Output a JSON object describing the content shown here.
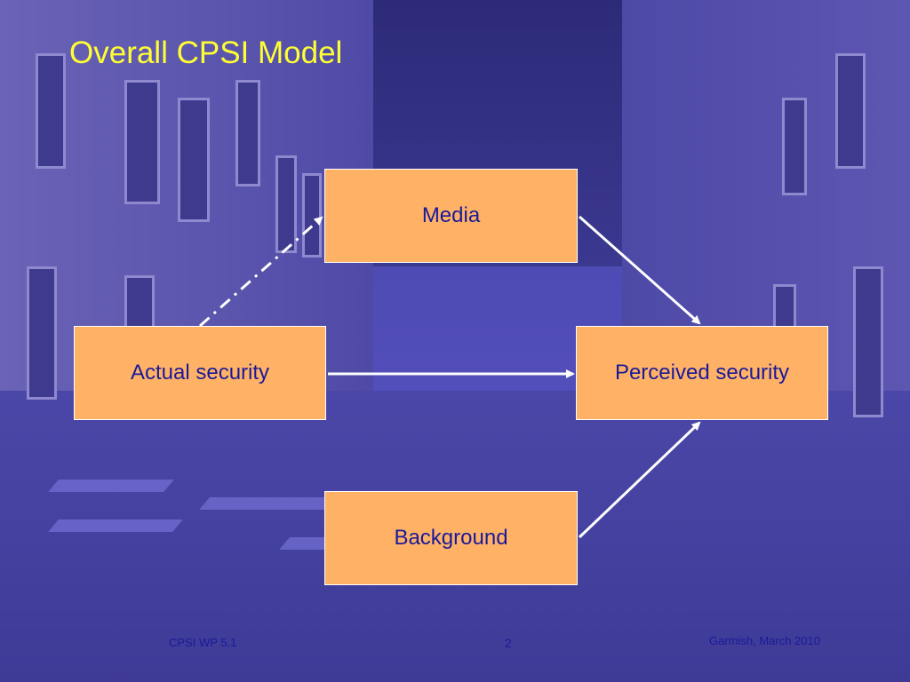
{
  "slide": {
    "title": "Overall CPSI Model",
    "title_color": "#ffff33",
    "background_color": "#4f4bb4"
  },
  "diagram": {
    "node_fill": "#ffb266",
    "node_text_color": "#1a1a99",
    "arrow_color": "#ffffff",
    "nodes": {
      "media": "Media",
      "actual_security": "Actual security",
      "perceived_security": "Perceived security",
      "background": "Background"
    },
    "edges": [
      {
        "from": "actual_security",
        "to": "media",
        "style": "dash-dot"
      },
      {
        "from": "media",
        "to": "perceived_security",
        "style": "solid"
      },
      {
        "from": "actual_security",
        "to": "perceived_security",
        "style": "solid"
      },
      {
        "from": "background",
        "to": "perceived_security",
        "style": "solid"
      }
    ]
  },
  "footer": {
    "left": "CPSI WP 5.1",
    "page_number": "2",
    "right": "Garmish, March 2010"
  }
}
